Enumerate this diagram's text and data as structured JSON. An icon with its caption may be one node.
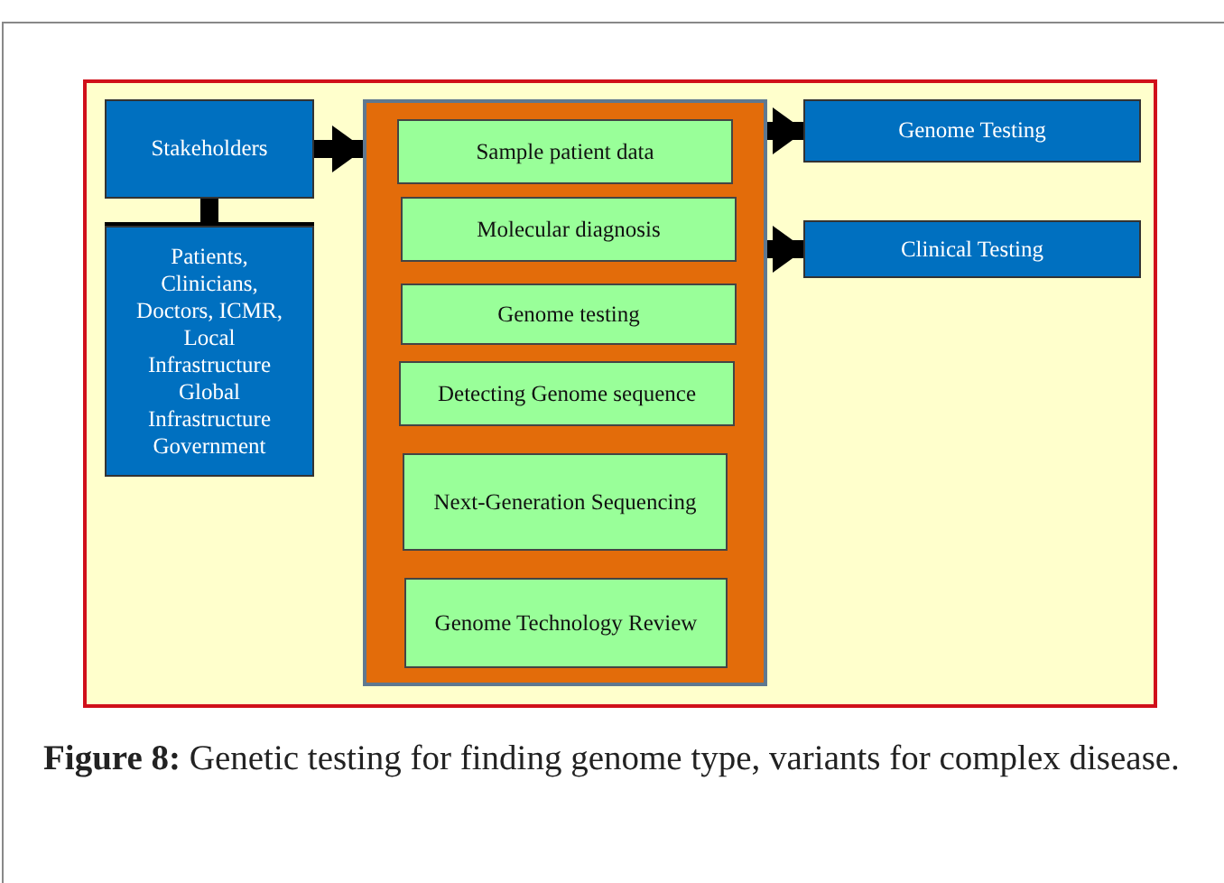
{
  "diagram": {
    "caption": "**Figure 8:** Genetic testing for finding genome type, variants for complex disease.",
    "nodes": [
      {
        "text": [
          "Stakeholders"
        ]
      },
      {
        "text": [
          "Patients, Clinicians, Doctors, ICMR, Local Infrastructure Global Infrastructure Government"
        ]
      },
      {
        "text": [],
        "shape": "box"
      },
      {
        "text": [
          "Sample patient data"
        ],
        "in": 2
      },
      {
        "text": [
          "Molecular diagnosis"
        ],
        "in": 2
      },
      {
        "text": [
          "Genome testing"
        ],
        "in": 2
      },
      {
        "text": [
          "Detecting Genome sequence"
        ],
        "in": 2
      },
      {
        "text": [
          "Next-Generation Sequencing"
        ],
        "in": 2
      },
      {
        "text": [
          "Genome Technology Review"
        ],
        "in": 2
      },
      {
        "text": [
          "Genome Testing"
        ]
      },
      {
        "text": [
          "Clinical Testing"
        ]
      }
    ],
    "edges": [
      {
        "from": 0,
        "to": 1,
        "arrow": "none"
      },
      {
        "from": 0,
        "to": 2,
        "arrow": "to"
      },
      {
        "from": 2,
        "to": 9,
        "arrow": "to"
      },
      {
        "from": 2,
        "to": 10,
        "arrow": "to"
      }
    ]
  }
}
